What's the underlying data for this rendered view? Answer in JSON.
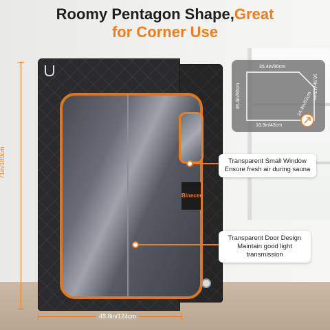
{
  "headline": {
    "line1": "Roomy Pentagon Shape,",
    "accent": "Great",
    "line2": "for Corner Use"
  },
  "brand": "Binecer",
  "callouts": {
    "small_window": {
      "title": "Transparent Small Window",
      "desc": "Ensure fresh air during sauna"
    },
    "door": {
      "title": "Transparent Door Design",
      "desc": "Maintain good light transmission"
    }
  },
  "dimensions": {
    "height": "71in/180cm",
    "width": "48.8in/124cm",
    "plan_top": "35.4in/90cm",
    "plan_left": "35.4in/90cm",
    "plan_right": "16.9in/43cm",
    "plan_bottom": "16.9in/43cm",
    "plan_diagonal": "24.4in/62cm"
  },
  "colors": {
    "accent": "#f07d1c",
    "panel": "#2b2b2d"
  }
}
